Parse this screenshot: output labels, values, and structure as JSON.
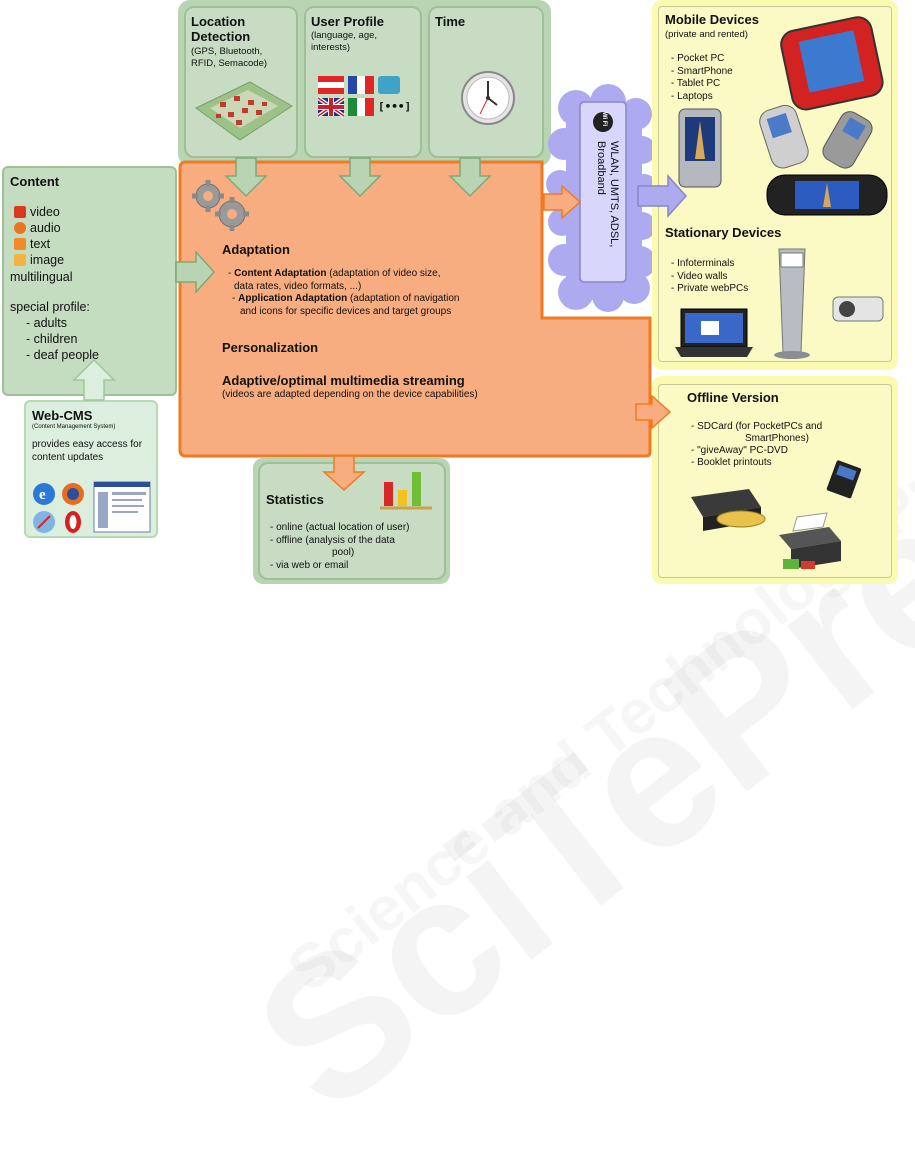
{
  "location": {
    "title_line1": "Location",
    "title_line2": "Detection",
    "desc_line1": "(GPS, Bluetooth,",
    "desc_line2": "RFID, Semacode)"
  },
  "user_profile": {
    "title": "User Profile",
    "desc_line1": "(language, age,",
    "desc_line2": "interests)",
    "more_label": "[•••]"
  },
  "time": {
    "title": "Time"
  },
  "content": {
    "title": "Content",
    "media": [
      "video",
      "audio",
      "text",
      "image"
    ],
    "multilingual": "multilingual",
    "special_profile": "special profile:",
    "profiles": [
      "- adults",
      "- children",
      "- deaf people"
    ]
  },
  "webcms": {
    "title": "Web-CMS",
    "subtitle": "(Content Management System)",
    "desc_line1": "provides easy access for",
    "desc_line2": "content updates"
  },
  "adaptation": {
    "title": "Adaptation",
    "content_bold": "Content Adaptation",
    "content_rest": " (adaptation of video size,",
    "content_line2": "data rates, video formats, ...)",
    "app_bold": "Application Adaptation",
    "app_rest": " (adaptation of navigation",
    "app_line2": "and icons for specific devices and target groups",
    "personalization": "Personalization",
    "streaming_title": "Adaptive/optimal multimedia streaming",
    "streaming_desc": "(videos are adapted depending on the device capabilities)"
  },
  "network": {
    "line1": "WLAN, UMTS, ADSL,",
    "line2": "Broadband",
    "badge": "Wi Fi"
  },
  "mobile": {
    "title": "Mobile Devices",
    "subtitle": "(private and rented)",
    "items": [
      "- Pocket PC",
      "- SmartPhone",
      "- Tablet PC",
      "- Laptops"
    ]
  },
  "stationary": {
    "title": "Stationary Devices",
    "items": [
      "- Infoterminals",
      "- Video walls",
      "- Private webPCs"
    ]
  },
  "offline": {
    "title": "Offline Version",
    "item1_line1": "- SDCard (for PocketPCs and",
    "item1_line2": "SmartPhones)",
    "item2": "- \"giveAway\" PC-DVD",
    "item3": "- Booklet printouts"
  },
  "statistics": {
    "title": "Statistics",
    "item1": "- online (actual location of user)",
    "item2_line1": "- offline (analysis of the data",
    "item2_line2": "pool)",
    "item3": "- via web or email"
  },
  "watermark": {
    "line1": "SciTePress",
    "line2": "Science and Technology Publications"
  },
  "colors": {
    "green_box": "#c8dcc4",
    "orange_box": "#f7ad7f",
    "orange_border": "#f07a22",
    "yellow_box": "#fbf9c4",
    "cloud": "#aeaaf0",
    "arrow_green": "#b9d4b3"
  }
}
